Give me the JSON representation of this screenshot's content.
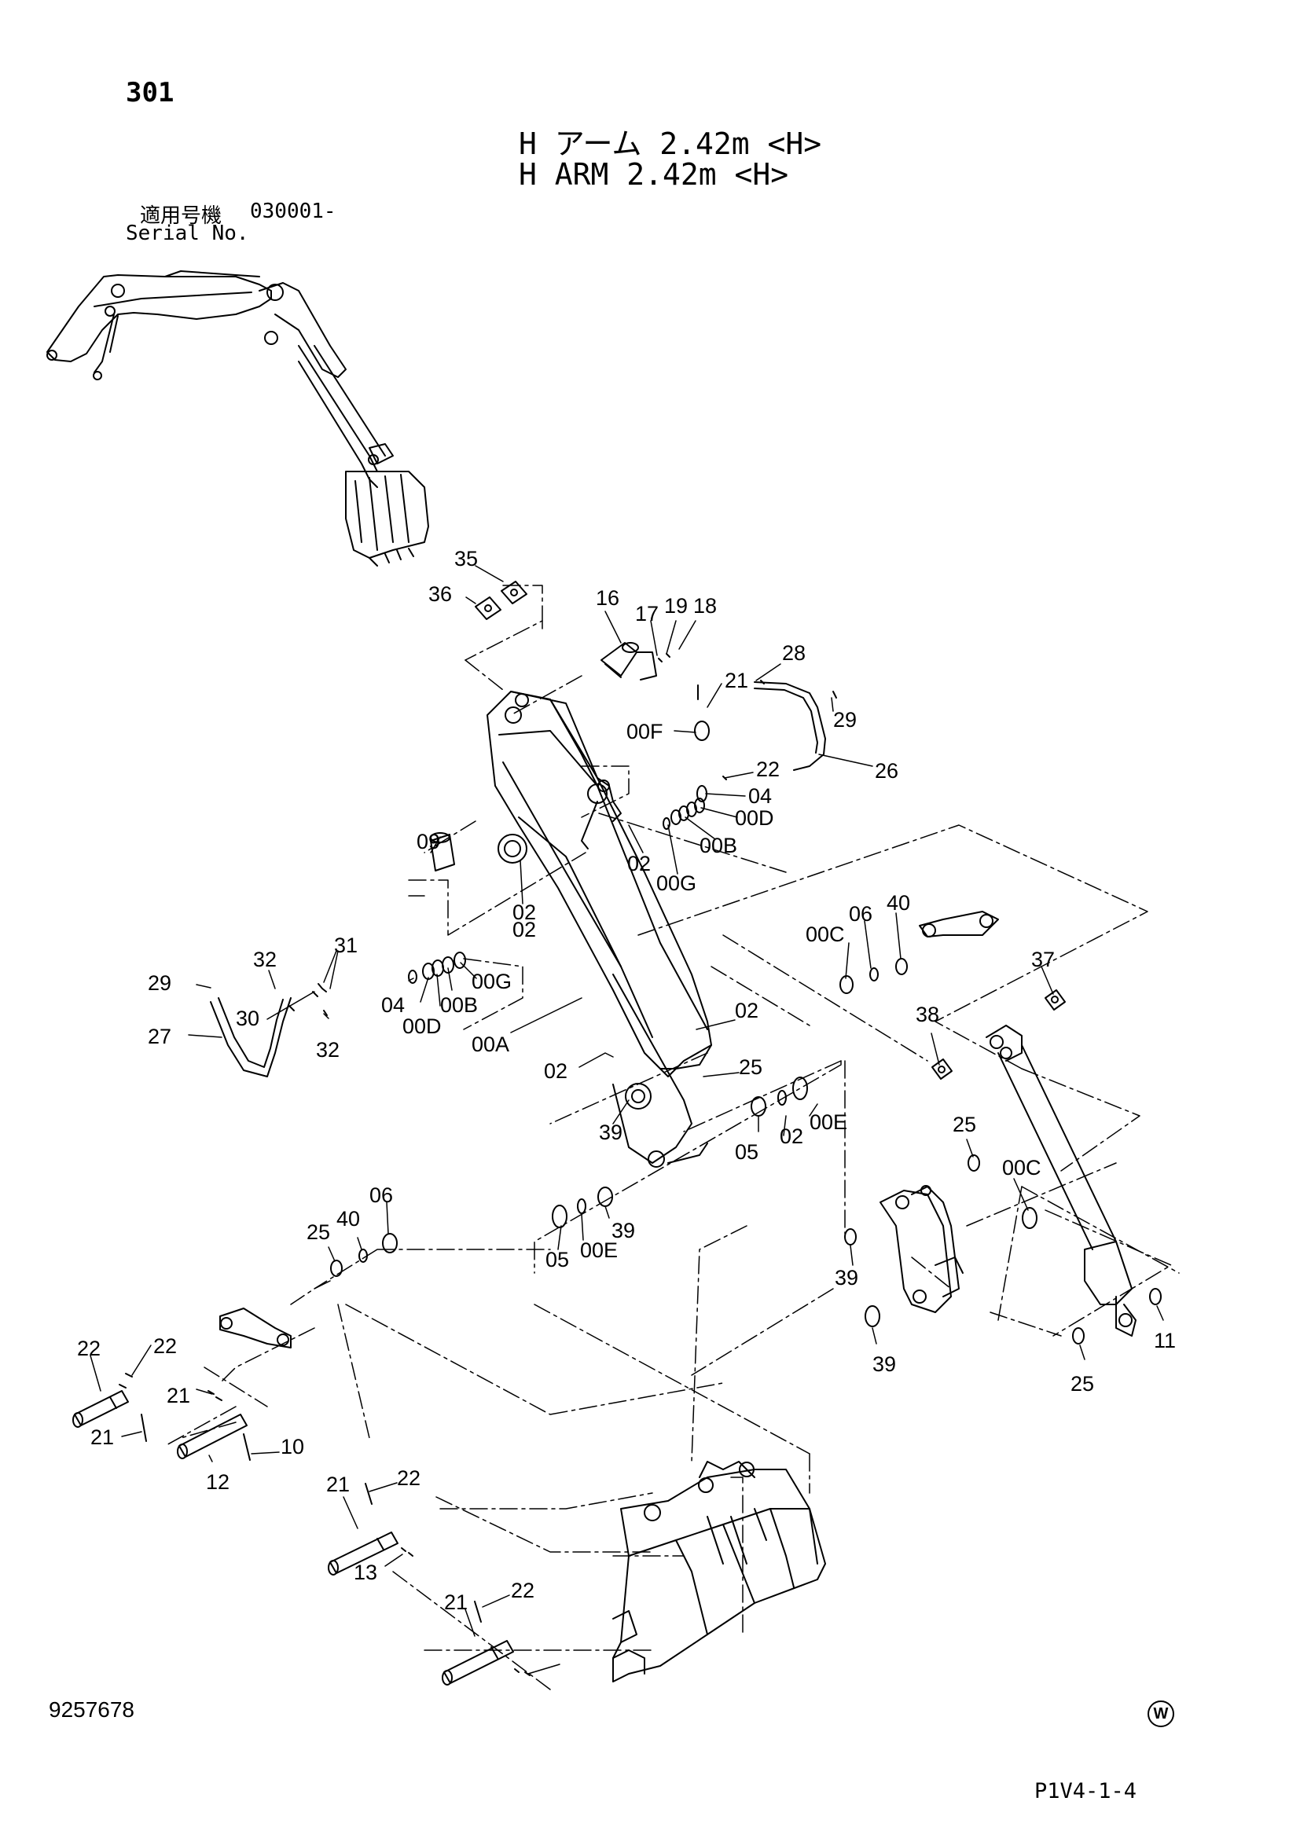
{
  "header": {
    "page_number": "301",
    "title_jp": "H アーム 2.42m <H>",
    "title_en": "H ARM 2.42m <H>",
    "serial_label_jp": "適用号機",
    "serial_range": "030001-",
    "serial_label_en": "Serial No."
  },
  "callouts": [
    {
      "id": "c35",
      "label": "35"
    },
    {
      "id": "c36",
      "label": "36"
    },
    {
      "id": "c16",
      "label": "16"
    },
    {
      "id": "c17",
      "label": "17"
    },
    {
      "id": "c19",
      "label": "19"
    },
    {
      "id": "c18",
      "label": "18"
    },
    {
      "id": "c28",
      "label": "28"
    },
    {
      "id": "c21a",
      "label": "21"
    },
    {
      "id": "c29a",
      "label": "29"
    },
    {
      "id": "c00F",
      "label": "00F"
    },
    {
      "id": "c26",
      "label": "26"
    },
    {
      "id": "c22a",
      "label": "22"
    },
    {
      "id": "c04a",
      "label": "04"
    },
    {
      "id": "c00Da",
      "label": "00D"
    },
    {
      "id": "c00Ba",
      "label": "00B"
    },
    {
      "id": "c02a",
      "label": "02"
    },
    {
      "id": "c00Ga",
      "label": "00G"
    },
    {
      "id": "c09",
      "label": "09"
    },
    {
      "id": "c02b",
      "label": "02"
    },
    {
      "id": "c00Ca",
      "label": "00C"
    },
    {
      "id": "c06a",
      "label": "06"
    },
    {
      "id": "c40a",
      "label": "40"
    },
    {
      "id": "c37",
      "label": "37"
    },
    {
      "id": "c32a",
      "label": "32"
    },
    {
      "id": "c31",
      "label": "31"
    },
    {
      "id": "c29b",
      "label": "29"
    },
    {
      "id": "c30",
      "label": "30"
    },
    {
      "id": "c00Gb",
      "label": "00G"
    },
    {
      "id": "c04b",
      "label": "04"
    },
    {
      "id": "c00Bb",
      "label": "00B"
    },
    {
      "id": "c00Db",
      "label": "00D"
    },
    {
      "id": "c27",
      "label": "27"
    },
    {
      "id": "c32b",
      "label": "32"
    },
    {
      "id": "c02c",
      "label": "02"
    },
    {
      "id": "c00A",
      "label": "00A"
    },
    {
      "id": "c38",
      "label": "38"
    },
    {
      "id": "c02d",
      "label": "02"
    },
    {
      "id": "c02e",
      "label": "02"
    },
    {
      "id": "c25a",
      "label": "25"
    },
    {
      "id": "c00Ea",
      "label": "00E"
    },
    {
      "id": "c05a",
      "label": "05"
    },
    {
      "id": "c02f",
      "label": "02"
    },
    {
      "id": "c39a",
      "label": "39"
    },
    {
      "id": "c25b",
      "label": "25"
    },
    {
      "id": "c00Cb",
      "label": "00C"
    },
    {
      "id": "c06b",
      "label": "06"
    },
    {
      "id": "c40b",
      "label": "40"
    },
    {
      "id": "c25c",
      "label": "25"
    },
    {
      "id": "c05b",
      "label": "05"
    },
    {
      "id": "c00Eb",
      "label": "00E"
    },
    {
      "id": "c39b",
      "label": "39"
    },
    {
      "id": "c39c",
      "label": "39"
    },
    {
      "id": "c25d",
      "label": "25"
    },
    {
      "id": "c39d",
      "label": "39"
    },
    {
      "id": "c11",
      "label": "11"
    },
    {
      "id": "c22b",
      "label": "22"
    },
    {
      "id": "c22c",
      "label": "22"
    },
    {
      "id": "c21b",
      "label": "21"
    },
    {
      "id": "c21c",
      "label": "21"
    },
    {
      "id": "c10",
      "label": "10"
    },
    {
      "id": "c12",
      "label": "12"
    },
    {
      "id": "c21d",
      "label": "21"
    },
    {
      "id": "c22d",
      "label": "22"
    },
    {
      "id": "c13",
      "label": "13"
    },
    {
      "id": "c21e",
      "label": "21"
    },
    {
      "id": "c22e",
      "label": "22"
    }
  ],
  "footer": {
    "doc_number": "9257678",
    "watermark": "W",
    "page_code": "P1V4-1-4"
  }
}
